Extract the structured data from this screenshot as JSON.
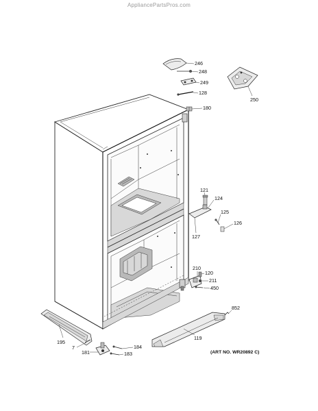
{
  "watermark": "AppliancePartsPros.com",
  "art_number": "(ART NO. WR20892 C)",
  "callouts": [
    {
      "id": "246",
      "text": "246"
    },
    {
      "id": "248",
      "text": "248"
    },
    {
      "id": "249",
      "text": "249"
    },
    {
      "id": "128",
      "text": "128"
    },
    {
      "id": "250",
      "text": "250"
    },
    {
      "id": "180",
      "text": "180"
    },
    {
      "id": "121",
      "text": "121"
    },
    {
      "id": "124",
      "text": "124"
    },
    {
      "id": "125",
      "text": "125"
    },
    {
      "id": "126",
      "text": "126"
    },
    {
      "id": "127",
      "text": "127"
    },
    {
      "id": "210",
      "text": "210"
    },
    {
      "id": "120",
      "text": "120"
    },
    {
      "id": "211",
      "text": "211"
    },
    {
      "id": "450",
      "text": "450"
    },
    {
      "id": "852",
      "text": "852"
    },
    {
      "id": "119",
      "text": "119"
    },
    {
      "id": "195",
      "text": "195"
    },
    {
      "id": "7",
      "text": "7"
    },
    {
      "id": "184",
      "text": "184"
    },
    {
      "id": "181",
      "text": "181"
    },
    {
      "id": "183",
      "text": "183"
    }
  ]
}
